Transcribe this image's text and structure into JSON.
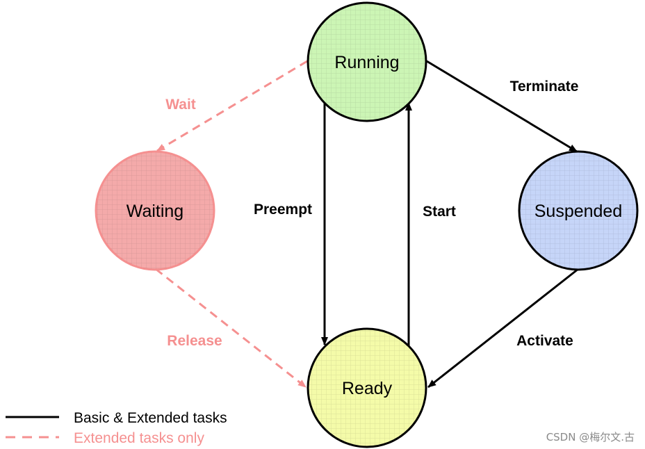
{
  "states": {
    "running": {
      "label": "Running",
      "fill": "#ccf5b5"
    },
    "waiting": {
      "label": "Waiting",
      "fill": "#f4aaaa"
    },
    "suspended": {
      "label": "Suspended",
      "fill": "#c6d5f8"
    },
    "ready": {
      "label": "Ready",
      "fill": "#f4fba9"
    }
  },
  "transitions": {
    "wait": "Wait",
    "release": "Release",
    "terminate": "Terminate",
    "preempt": "Preempt",
    "start": "Start",
    "activate": "Activate"
  },
  "legend": {
    "basic": "Basic & Extended tasks",
    "extended": "Extended tasks only"
  },
  "colors": {
    "basic_line": "#000000",
    "extended_line": "#f59090"
  },
  "watermark": "CSDN @梅尔文.古"
}
